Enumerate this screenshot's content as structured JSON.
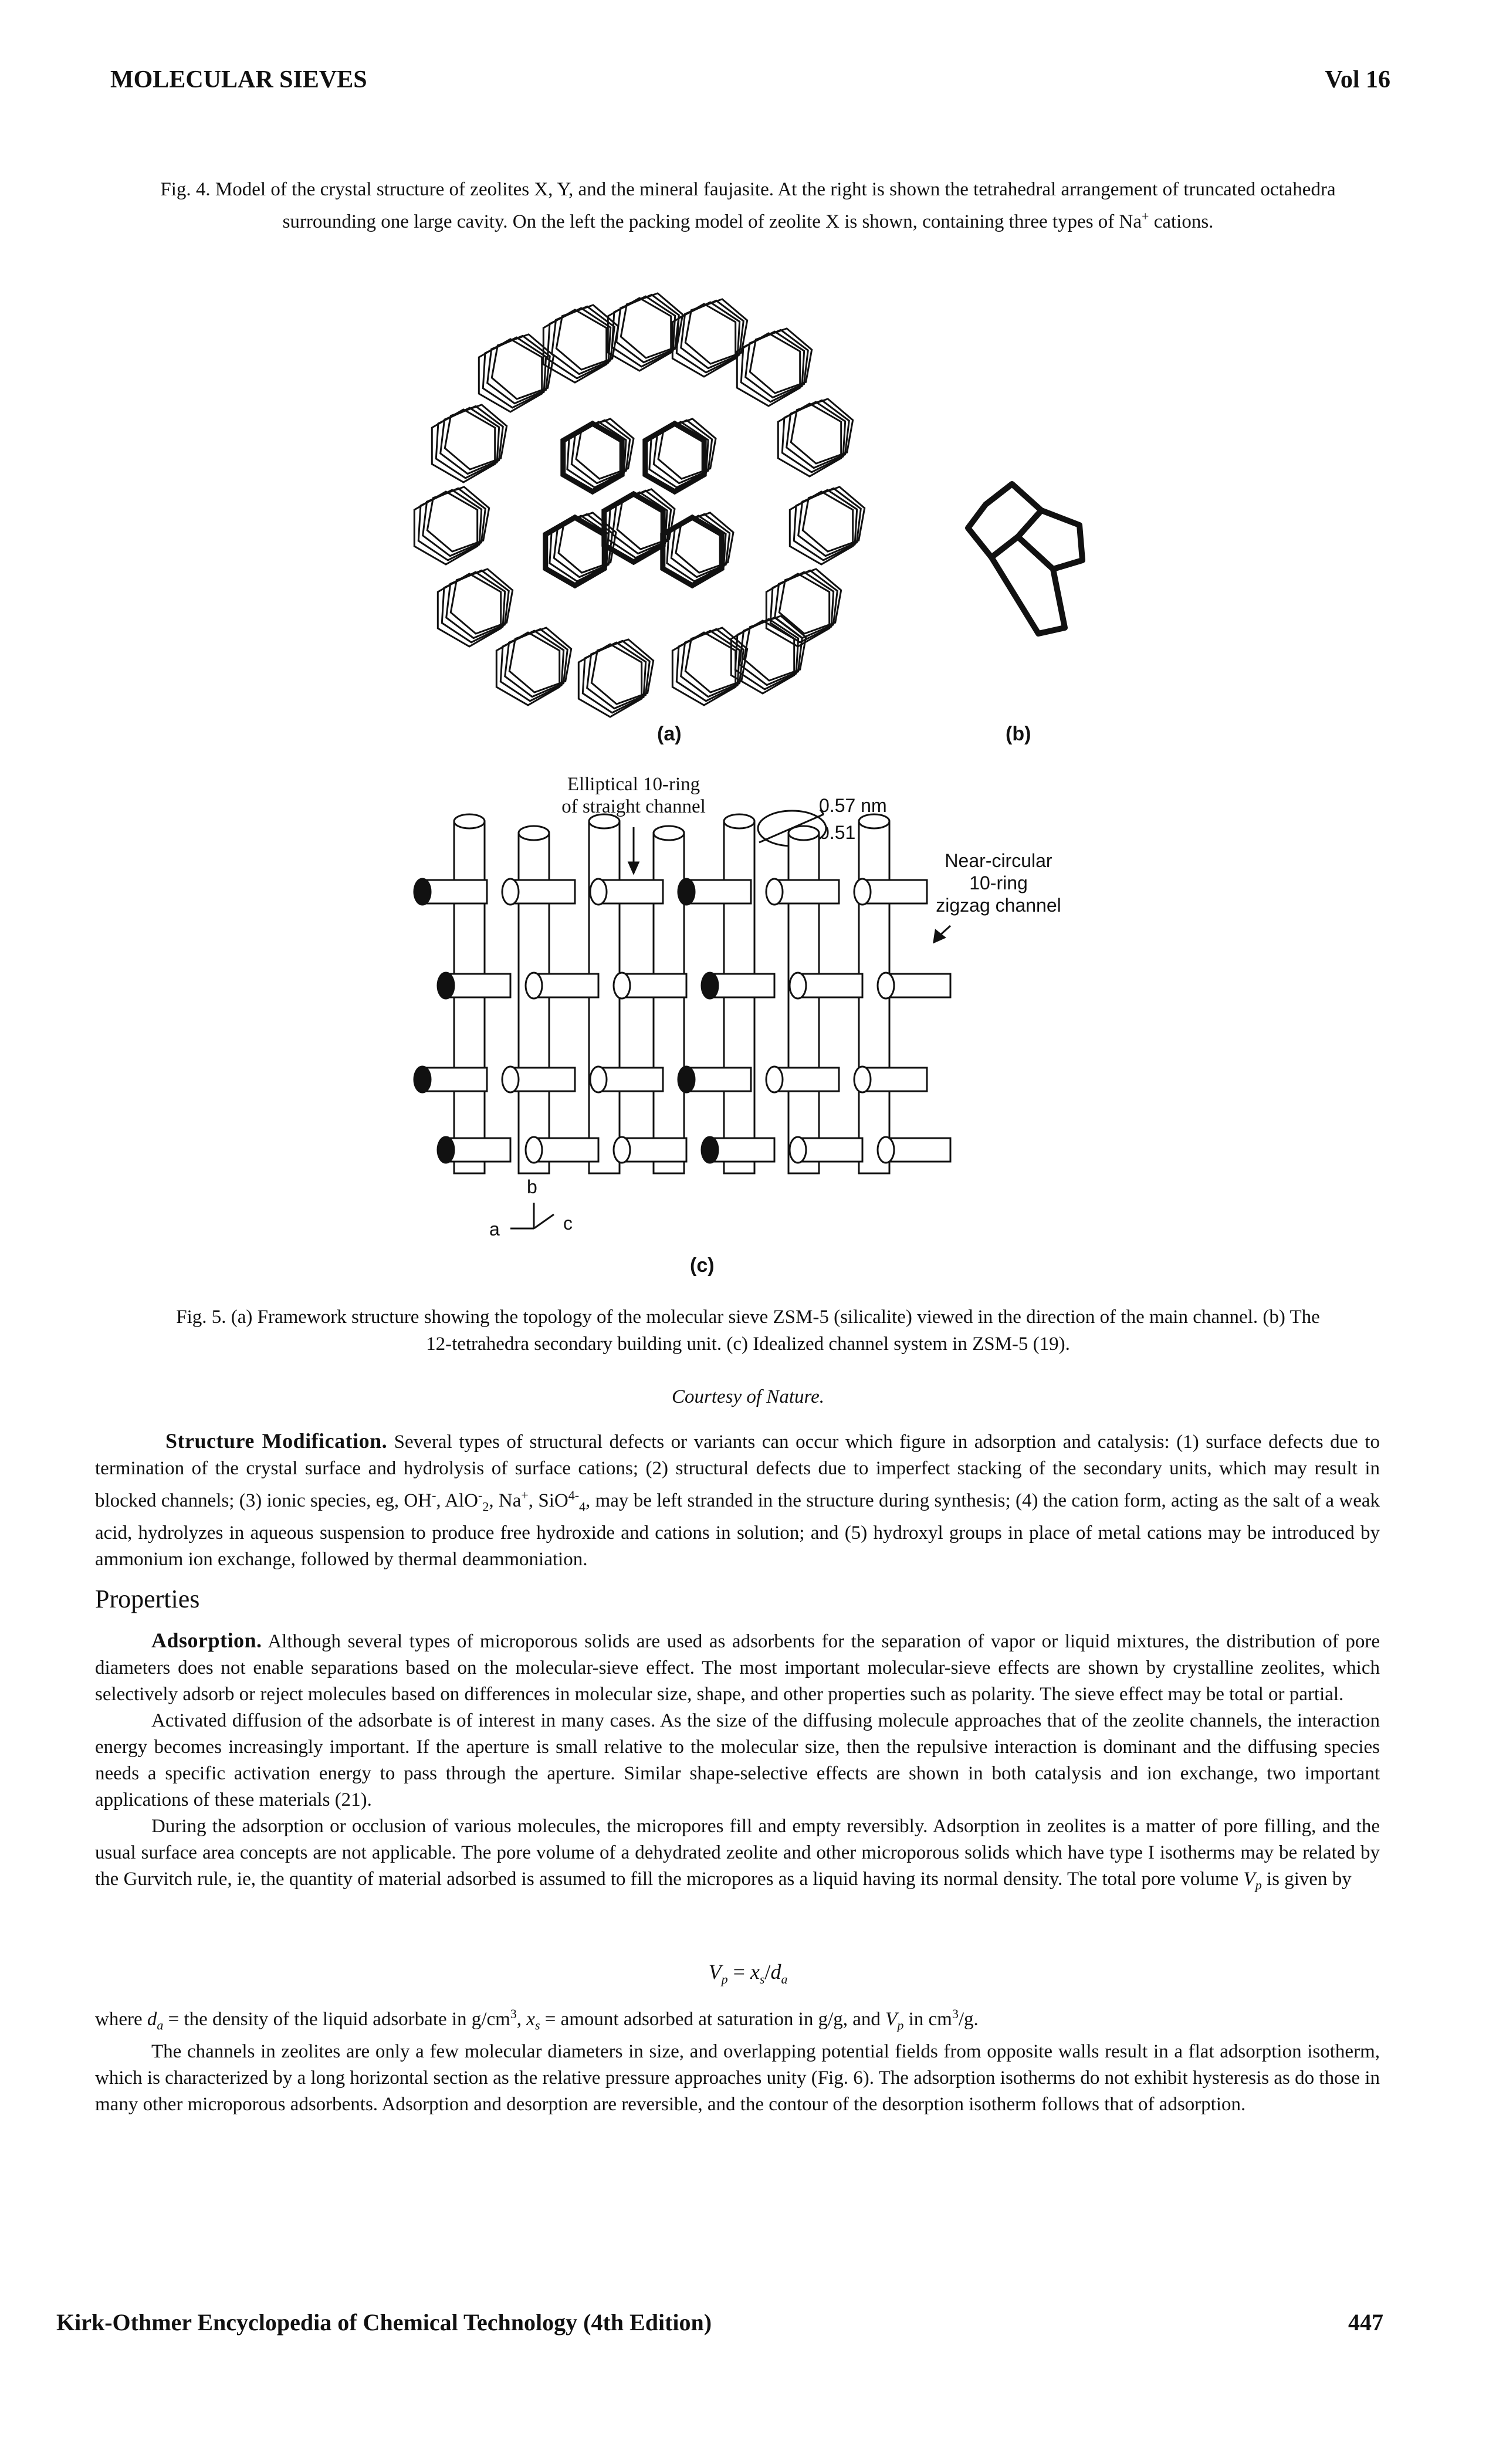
{
  "header": {
    "title": "MOLECULAR SIEVES",
    "volume": "Vol 16"
  },
  "fig4": {
    "caption_line1": "Fig. 4. Model of the crystal structure of zeolites X, Y, and the mineral faujasite. At the right is shown the tetrahedral arrangement of truncated octahedra",
    "caption_line2_a": "surrounding one large cavity. On the left the packing model of zeolite X is shown, containing three types of Na",
    "caption_line2_sup": "+",
    "caption_line2_b": " cations."
  },
  "fig5": {
    "label_a": "(a)",
    "label_b": "(b)",
    "label_c": "(c)",
    "annot_elliptical_1": "Elliptical 10-ring",
    "annot_elliptical_2": "of straight channel",
    "annot_057": "0.57 nm",
    "annot_051": "0.51 nm",
    "annot_near_1": "Near-circular",
    "annot_near_2": "10-ring",
    "annot_near_3": "zigzag channel",
    "axis_a": "a",
    "axis_b": "b",
    "axis_c": "c",
    "caption_line1": "Fig. 5. (a) Framework structure showing the topology of the molecular sieve ZSM-5 (silicalite) viewed in the direction of the main channel. (b) The",
    "caption_line2": "12-tetrahedra secondary building unit. (c) Idealized channel system in ZSM-5 (19).",
    "courtesy": "Courtesy of Nature."
  },
  "structure_mod": {
    "heading": "Structure Modification.",
    "text_1": " Several types of structural defects or variants can occur which figure in adsorption and catalysis: (1) surface defects due to termination of the crystal surface and hydrolysis of surface cations; (2) structural defects due to imperfect stacking of the secondary units, which may result in blocked channels; (3) ionic species, eg, OH",
    "text_2": ", AlO",
    "text_3": ", Na",
    "text_4": ", SiO",
    "text_5": ", may be left stranded in the structure during synthesis; (4) the cation form, acting as the salt of a weak acid, hydrolyzes in aqueous suspension to produce free hydroxide and cations in solution; and (5) hydroxyl groups in place of metal cations may be introduced by ammonium ion exchange, followed by thermal deammoniation."
  },
  "properties": {
    "section_title": "Properties",
    "adsorption_heading": "Adsorption.",
    "p1": " Although several types of microporous solids are used as adsorbents for the separation of vapor or liquid mixtures, the distribution of pore diameters does not enable separations based on the molecular-sieve effect. The most important molecular-sieve effects are shown by crystalline zeolites, which selectively adsorb or reject molecules based on differences in molecular size, shape, and other properties such as polarity. The sieve effect may be total or partial.",
    "p2": "Activated diffusion of the adsorbate is of interest in many cases. As the size of the diffusing molecule approaches that of the zeolite channels, the interaction energy becomes increasingly important. If the aperture is small relative to the molecular size, then the repulsive interaction is dominant and the diffusing species needs a specific activation energy to pass through the aperture. Similar shape-selective effects are shown in both catalysis and ion exchange, two important applications of these materials (21).",
    "p3": "During the adsorption or occlusion of various molecules, the micropores fill and empty reversibly. Adsorption in zeolites is a matter of pore filling, and the usual surface area concepts are not applicable. The pore volume of a dehydrated zeolite and other microporous solids which have type I isotherms may be related by the Gurvitch rule, ie, the quantity of material adsorbed is assumed to fill the micropores as a liquid having its normal density. The total pore volume ",
    "p3_end": " is given by",
    "equation": "Vp = xs/da",
    "where_1": "where ",
    "where_2": " = the density of the liquid adsorbate in g/cm",
    "where_3": " = amount adsorbed at saturation in g/g, and ",
    "where_4": " in cm",
    "where_5": "/g.",
    "p4": "The channels in zeolites are only a few molecular diameters in size, and overlapping potential fields from opposite walls result in a flat adsorption isotherm, which is characterized by a long horizontal section as the relative pressure approaches unity (Fig. 6). The adsorption isotherms do not exhibit hysteresis as do those in many other microporous adsorbents. Adsorption and desorption are reversible, and the contour of the desorption isotherm follows that of adsorption."
  },
  "footer": {
    "book": "Kirk-Othmer Encyclopedia of Chemical Technology (4th Edition)",
    "page": "447"
  }
}
